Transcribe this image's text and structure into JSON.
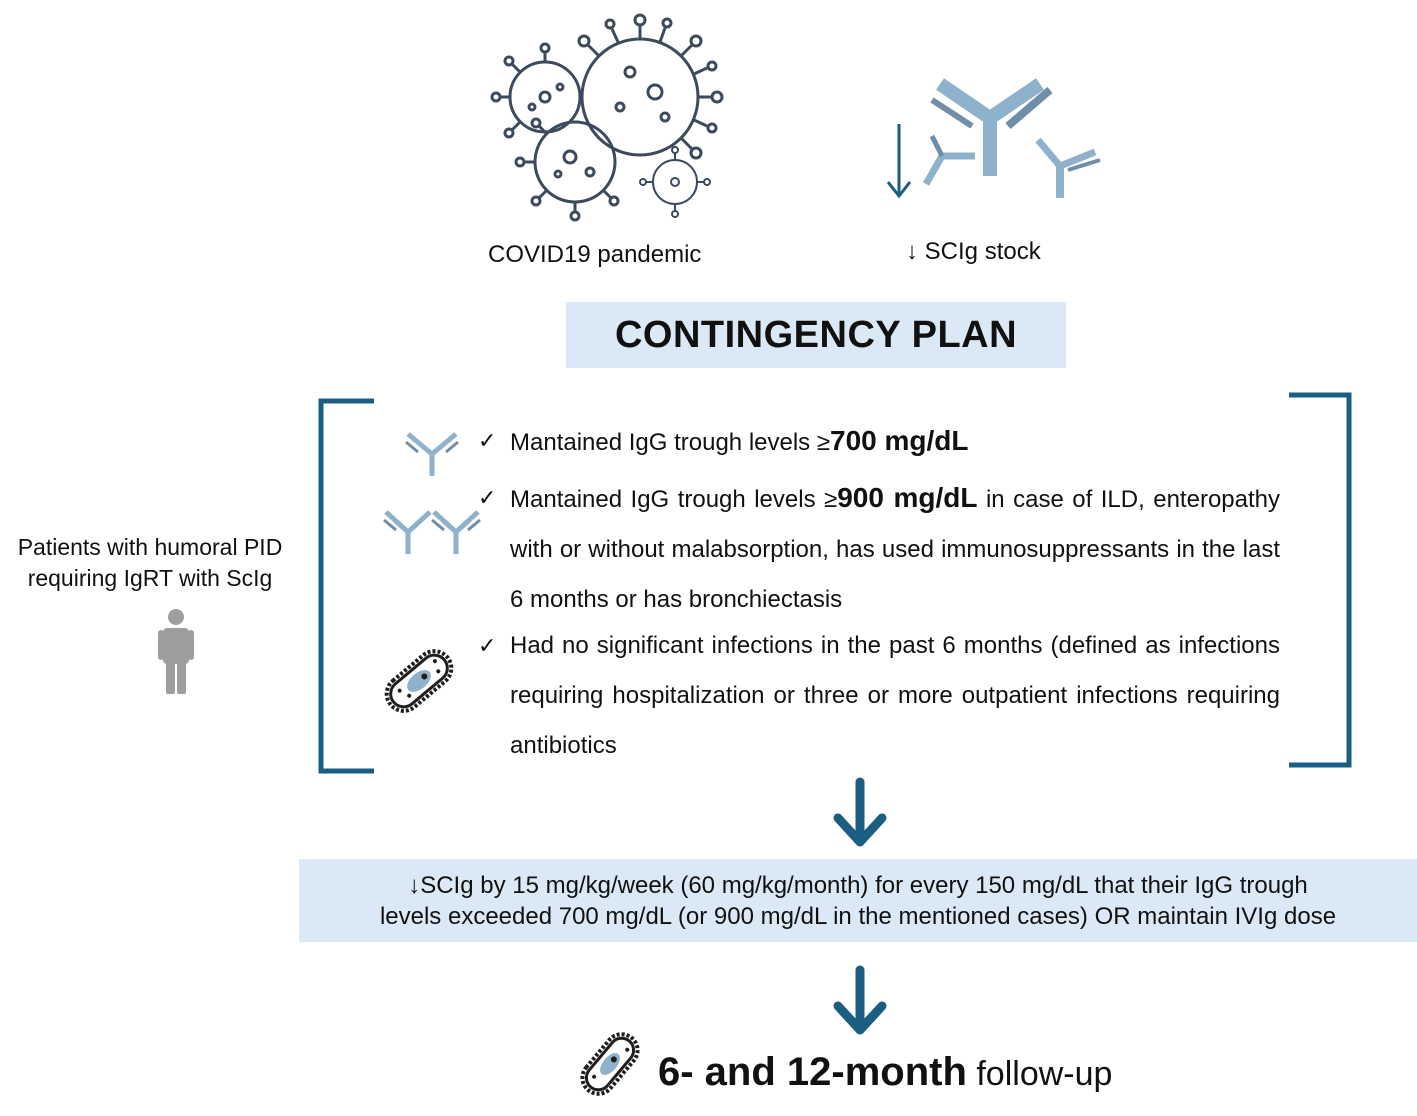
{
  "top": {
    "pandemic_caption": "COVID19 pandemic",
    "stock_caption": "↓ SCIg stock"
  },
  "plan": {
    "title": "CONTINGENCY PLAN"
  },
  "population": {
    "line1": "Patients with humoral PID",
    "line2": "requiring IgRT with ScIg"
  },
  "criteria": [
    {
      "check": "✓",
      "prefix": "Mantained IgG trough levels ≥",
      "emphasis": "700 mg/dL",
      "suffix": ""
    },
    {
      "check": "✓",
      "prefix": "Mantained IgG trough levels ≥",
      "emphasis": "900 mg/dL",
      "suffix": " in case of ILD, enteropathy with or without malabsorption, has used immunosuppressants in the last 6 months or has bronchiectasis"
    },
    {
      "check": "✓",
      "prefix": "Had no significant infections in the past 6 months (defined as infections requiring hospitalization or three or more outpatient infections requiring antibiotics",
      "emphasis": "",
      "suffix": ""
    }
  ],
  "dose": {
    "line1": "↓SCIg by 15 mg/kg/week (60 mg/kg/month) for every 150 mg/dL that their IgG trough",
    "line2": "levels exceeded 700 mg/dL (or 900 mg/dL in the mentioned cases) OR maintain IVIg dose"
  },
  "followup": {
    "bold": "6- and 12-month",
    "rest": " follow-up"
  },
  "icons": [
    "virus-icon",
    "antibody-icon",
    "down-arrow-icon",
    "person-icon",
    "bacterium-icon",
    "bracket-left",
    "bracket-right"
  ],
  "colors": {
    "dark_blue": "#1b5e82",
    "light_box": "#dbe9f6",
    "virus": "#3d4a5c",
    "antibody_light": "#8fb2cc",
    "antibody_mid": "#6f8ea8",
    "person": "#9e9e9e"
  }
}
